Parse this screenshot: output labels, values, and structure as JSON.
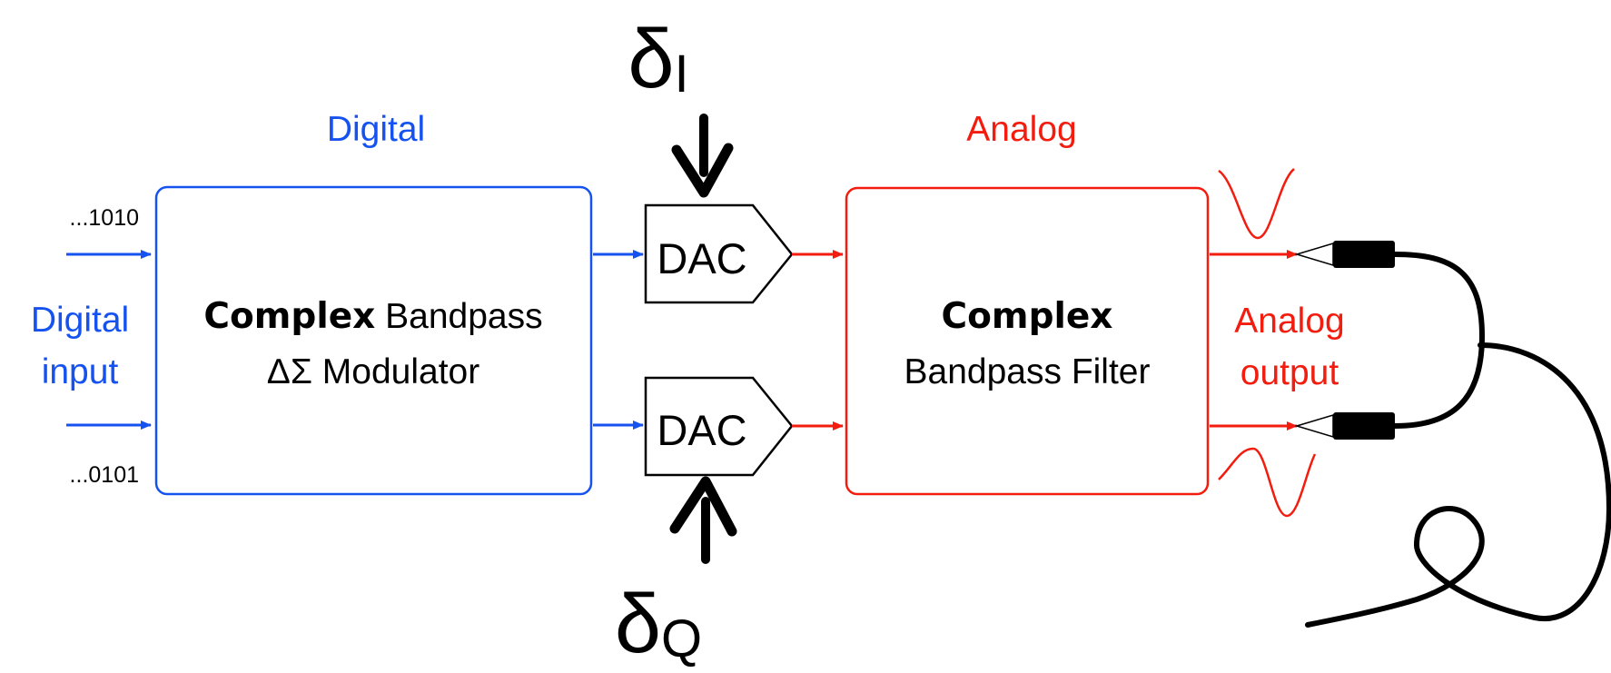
{
  "colors": {
    "digital": "#1652f0",
    "analog": "#f21c0f",
    "ink": "#000000"
  },
  "labels": {
    "digital_heading": "Digital",
    "analog_heading": "Analog",
    "bit_top": "...1010",
    "bit_bottom": "...0101",
    "digital_input_line1": "Digital",
    "digital_input_line2": "input",
    "analog_output_line1": "Analog",
    "analog_output_line2": "output",
    "delta_i_symbol": "δ",
    "delta_i_sub": "I",
    "delta_q_symbol": "δ",
    "delta_q_sub": "Q"
  },
  "modulator": {
    "bold": "Complex",
    "line1_rest": " Bandpass",
    "line2": "ΔΣ Modulator"
  },
  "filter": {
    "bold": "Complex",
    "line2": "Bandpass Filter"
  },
  "dacs": [
    {
      "label": "DAC"
    },
    {
      "label": "DAC"
    }
  ],
  "icons": [
    "ir-led-icon",
    "ir-led-icon",
    "cable-icon",
    "sine-pulse-icon",
    "sine-pulse-icon"
  ]
}
